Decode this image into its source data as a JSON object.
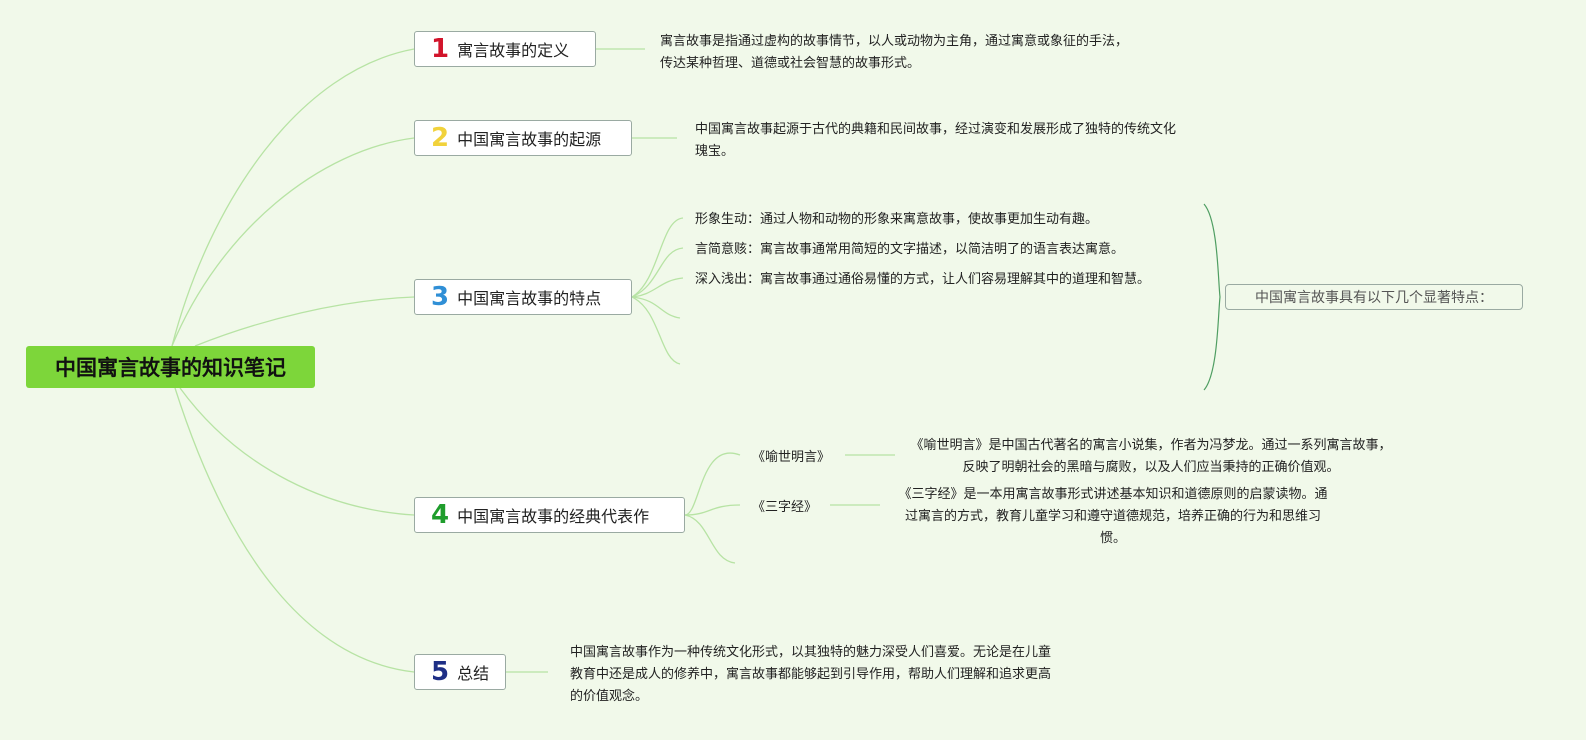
{
  "root": {
    "title": "中国寓言故事的知识笔记"
  },
  "colors": {
    "background": "#f1f9ea",
    "root_fill": "#7dd63a",
    "connector": "#b7e3a4",
    "num1": "#d2142b",
    "num2": "#f1d23b",
    "num3": "#2f8fd6",
    "num4": "#1f9d2c",
    "num5": "#1e2f86"
  },
  "branches": [
    {
      "number": "1",
      "label": "寓言故事的定义",
      "note": "寓言故事是指通过虚构的故事情节，以人或动物为主角，通过寓意或象征的手法，传达某种哲理、道德或社会智慧的故事形式。"
    },
    {
      "number": "2",
      "label": "中国寓言故事的起源",
      "note": "中国寓言故事起源于古代的典籍和民间故事，经过演变和发展形成了独特的传统文化瑰宝。"
    },
    {
      "number": "3",
      "label": "中国寓言故事的特点",
      "features": [
        "形象生动：通过人物和动物的形象来寓意故事，使故事更加生动有趣。",
        "言简意赅：寓言故事通常用简短的文字描述，以简洁明了的语言表达寓意。",
        "深入浅出：寓言故事通过通俗易懂的方式，让人们容易理解其中的道理和智慧。"
      ],
      "summary": "中国寓言故事具有以下几个显著特点："
    },
    {
      "number": "4",
      "label": "中国寓言故事的经典代表作",
      "works": [
        {
          "title": "《喻世明言》",
          "desc": "《喻世明言》是中国古代著名的寓言小说集，作者为冯梦龙。通过一系列寓言故事，反映了明朝社会的黑暗与腐败，以及人们应当秉持的正确价值观。"
        },
        {
          "title": "《三字经》",
          "desc": "《三字经》是一本用寓言故事形式讲述基本知识和道德原则的启蒙读物。通过寓言的方式，教育儿童学习和遵守道德规范，培养正确的行为和思维习惯。"
        }
      ]
    },
    {
      "number": "5",
      "label": "总结",
      "note": "中国寓言故事作为一种传统文化形式，以其独特的魅力深受人们喜爱。无论是在儿童教育中还是成人的修养中，寓言故事都能够起到引导作用，帮助人们理解和追求更高的价值观念。"
    }
  ]
}
